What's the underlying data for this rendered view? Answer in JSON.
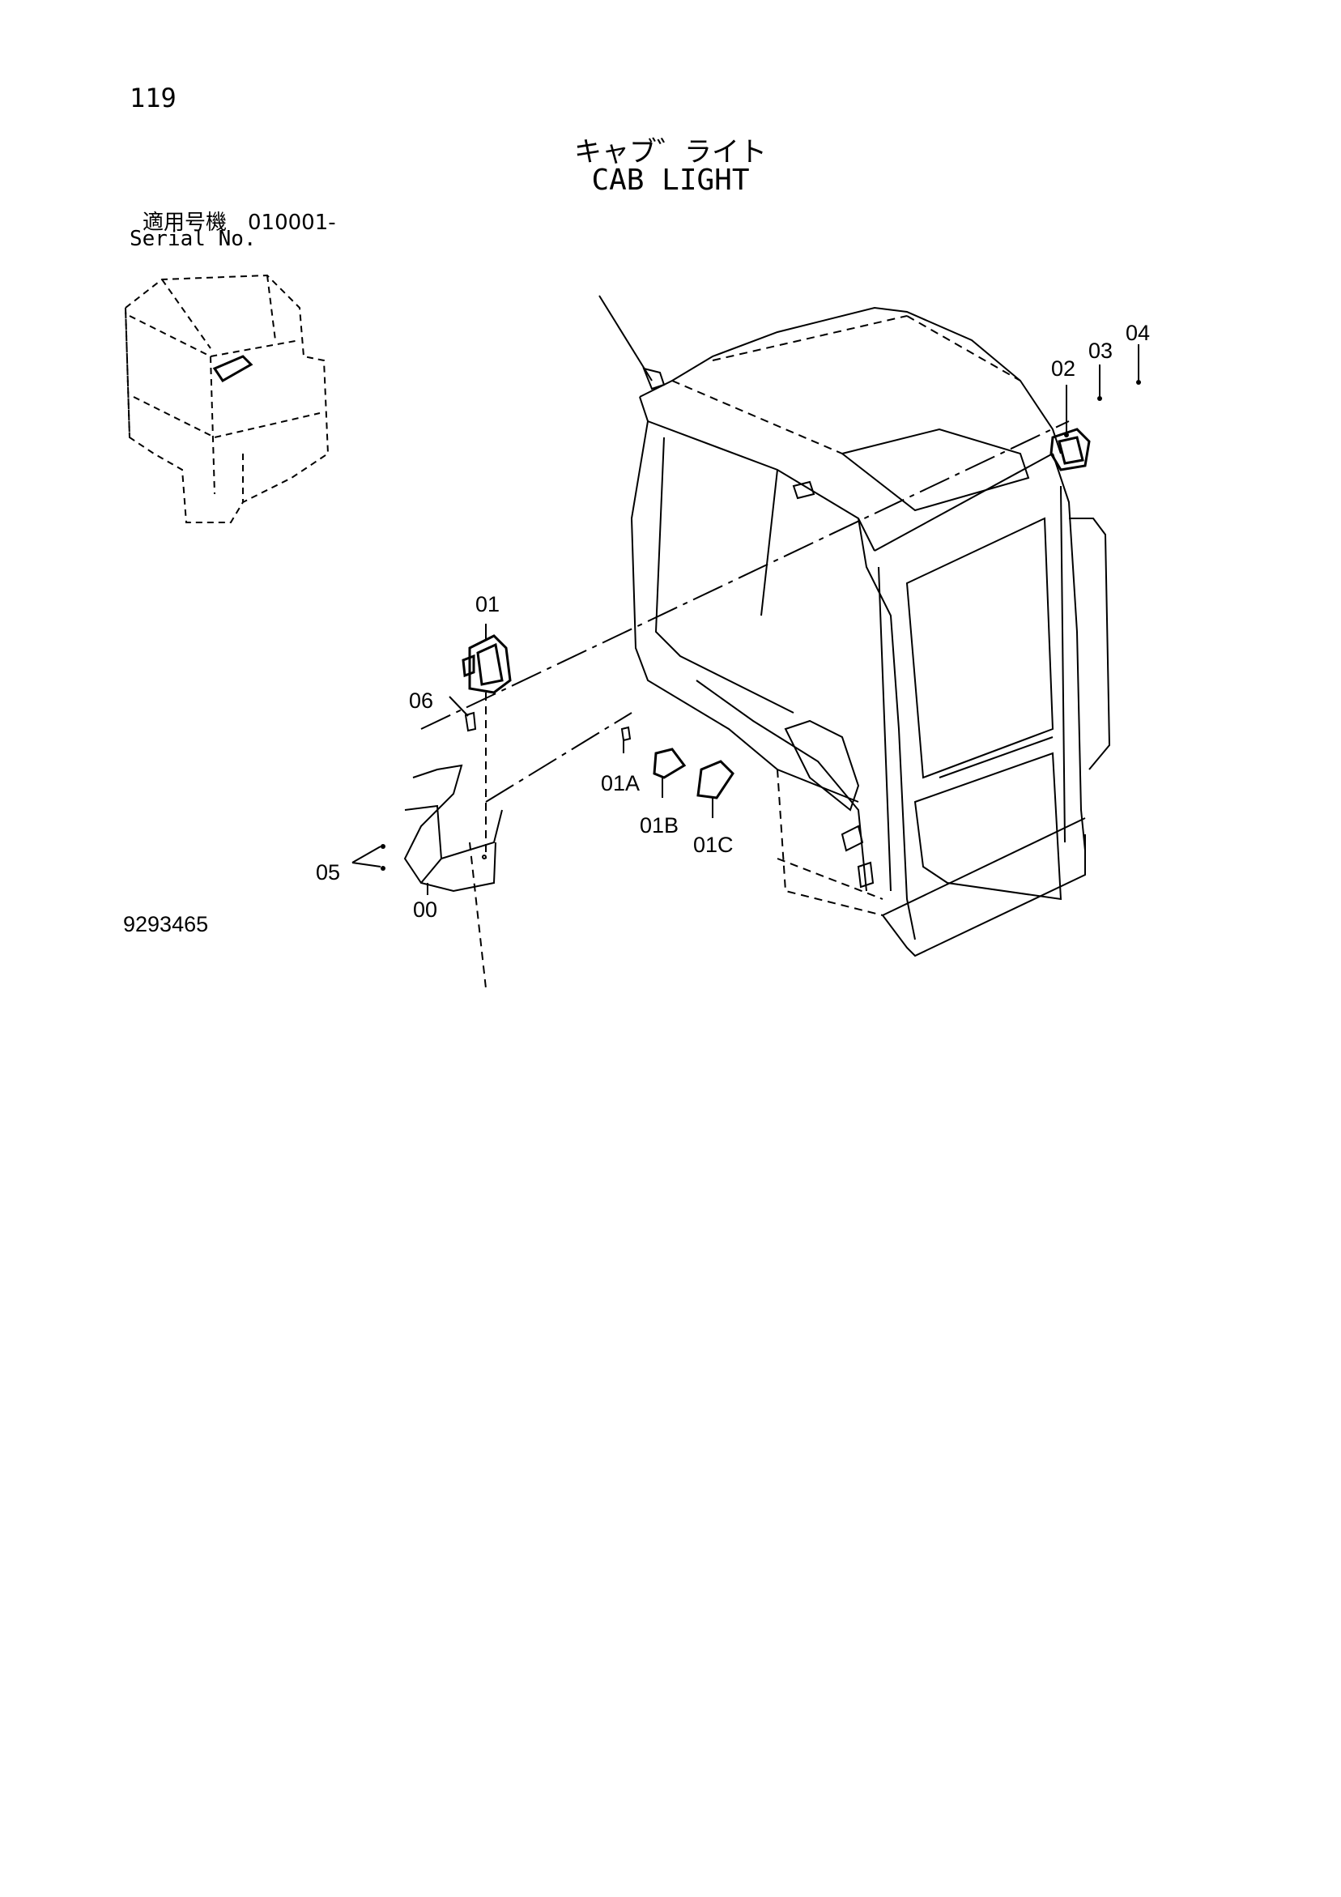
{
  "page": {
    "number": "119",
    "title_jp": "キャブ゛ライト",
    "title_en": "CAB LIGHT",
    "serial_jp": "適用号機　010001-",
    "serial_en": "Serial No.",
    "drawing_number": "9293465"
  },
  "callouts": [
    {
      "id": "p00",
      "label": "00"
    },
    {
      "id": "p01",
      "label": "01"
    },
    {
      "id": "p01A",
      "label": "01A"
    },
    {
      "id": "p01B",
      "label": "01B"
    },
    {
      "id": "p01C",
      "label": "01C"
    },
    {
      "id": "p02",
      "label": "02"
    },
    {
      "id": "p03",
      "label": "03"
    },
    {
      "id": "p04",
      "label": "04"
    },
    {
      "id": "p05",
      "label": "05"
    },
    {
      "id": "p06",
      "label": "06"
    }
  ],
  "colors": {
    "line": "#000000",
    "background": "#ffffff"
  }
}
